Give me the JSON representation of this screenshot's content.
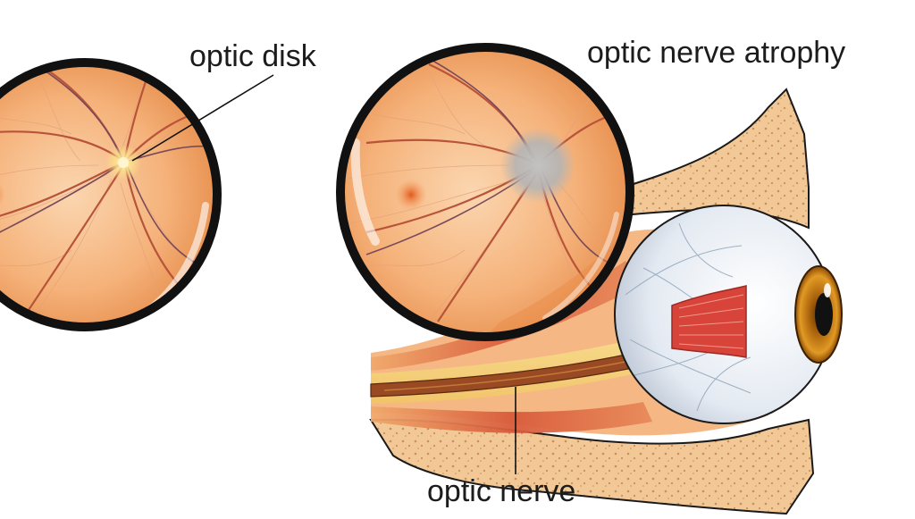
{
  "labels": {
    "optic_disk": "optic disk",
    "optic_nerve_atrophy": "optic nerve atrophy",
    "optic_nerve": "optic nerve"
  },
  "colors": {
    "retina_light": "#f7c9a0",
    "retina_mid": "#f0a868",
    "retina_dark": "#e07a3a",
    "vessel": "#b8543a",
    "bone": "#f2c896",
    "bone_dot": "#c98f5a",
    "muscle": "#c8433b",
    "sclera": "#e9eef5",
    "iris": "#c9790f",
    "ring": "#111111",
    "pale_disk": "#b9b9b9"
  }
}
